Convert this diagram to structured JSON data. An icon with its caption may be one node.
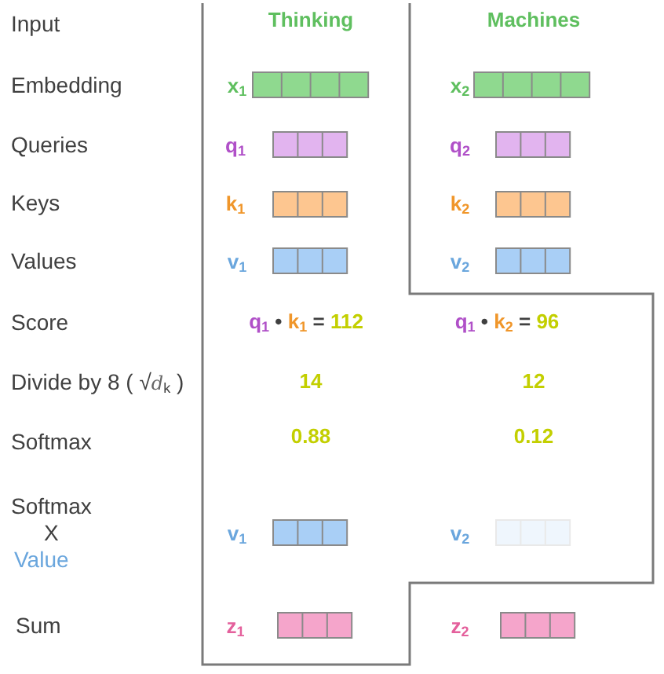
{
  "diagram": {
    "labels": [
      "Input",
      "Thinking",
      "Machines",
      "Embedding",
      "x$_{1}$",
      "x$_{2}$",
      "Queries",
      "q$_{1}$",
      "q$_{2}$",
      "Keys",
      "k$_{1}$",
      "k$_{2}$",
      "Values",
      "v$_{1}$",
      "v$_{2}$",
      "Score",
      "q$_{1}$ • k$_{1}$ = 112",
      "q$_{1}$ • k$_{2}$ = 96",
      "Divide by 8 ( √*d*$_{k}$ )",
      "14",
      "12",
      "Softmax",
      "0.88",
      "0.12",
      "Softmax X",
      "v$_{1}$",
      "v$_{2}$",
      "Value",
      "Sum",
      "z$_{1}$",
      "z$_{2}$"
    ]
  }
}
